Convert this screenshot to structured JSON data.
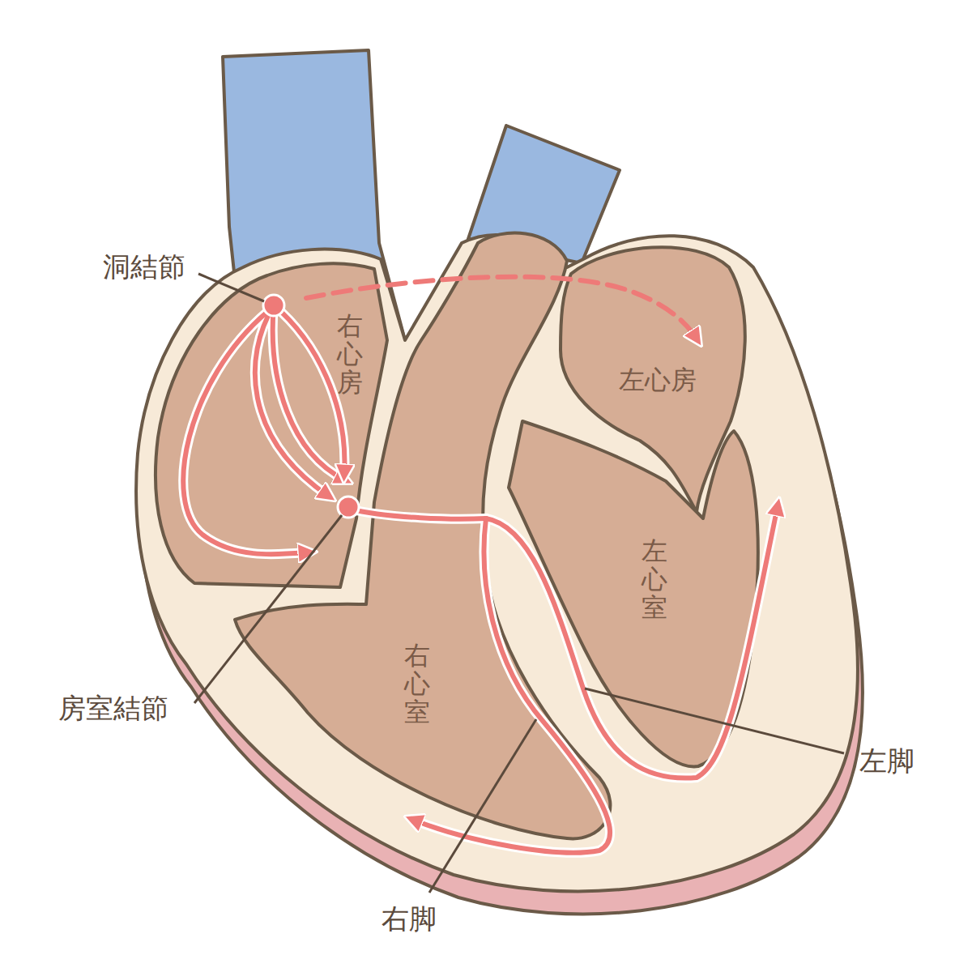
{
  "diagram": {
    "labels": [
      "洞結節",
      "右心房",
      "左心房",
      "房室結節",
      "左心室",
      "右心室",
      "左脚",
      "右脚"
    ]
  }
}
